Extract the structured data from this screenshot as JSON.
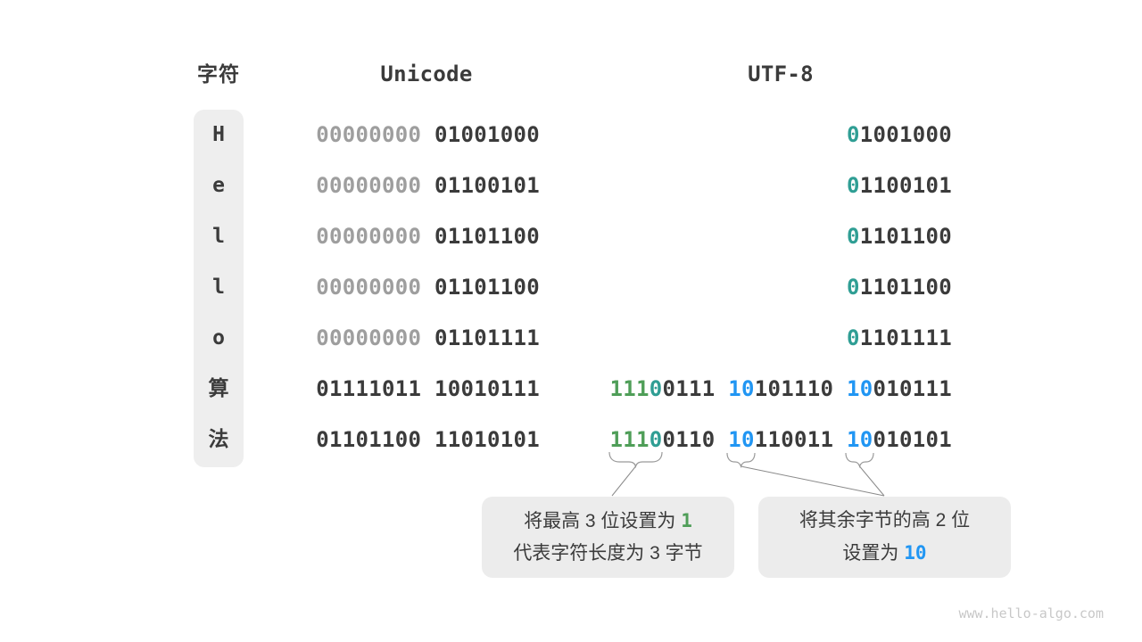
{
  "header": {
    "char_label": "字符",
    "unicode_label": "Unicode",
    "utf8_label": "UTF-8"
  },
  "colors": {
    "dark": "#3b3b3b",
    "gray": "#9e9e9e",
    "teal": "#2f9e94",
    "green": "#4f9e58",
    "blue": "#2196f3"
  },
  "rows": [
    {
      "char": "H",
      "unicode": [
        {
          "t": "00000000",
          "c": "gray"
        },
        {
          "t": " ",
          "c": "gray"
        },
        {
          "t": "01001000",
          "c": "dark"
        }
      ],
      "utf8": [
        {
          "t": "0",
          "c": "teal"
        },
        {
          "t": "1001000",
          "c": "dark"
        }
      ]
    },
    {
      "char": "e",
      "unicode": [
        {
          "t": "00000000",
          "c": "gray"
        },
        {
          "t": " ",
          "c": "gray"
        },
        {
          "t": "01100101",
          "c": "dark"
        }
      ],
      "utf8": [
        {
          "t": "0",
          "c": "teal"
        },
        {
          "t": "1100101",
          "c": "dark"
        }
      ]
    },
    {
      "char": "l",
      "unicode": [
        {
          "t": "00000000",
          "c": "gray"
        },
        {
          "t": " ",
          "c": "gray"
        },
        {
          "t": "01101100",
          "c": "dark"
        }
      ],
      "utf8": [
        {
          "t": "0",
          "c": "teal"
        },
        {
          "t": "1101100",
          "c": "dark"
        }
      ]
    },
    {
      "char": "l",
      "unicode": [
        {
          "t": "00000000",
          "c": "gray"
        },
        {
          "t": " ",
          "c": "gray"
        },
        {
          "t": "01101100",
          "c": "dark"
        }
      ],
      "utf8": [
        {
          "t": "0",
          "c": "teal"
        },
        {
          "t": "1101100",
          "c": "dark"
        }
      ]
    },
    {
      "char": "o",
      "unicode": [
        {
          "t": "00000000",
          "c": "gray"
        },
        {
          "t": " ",
          "c": "gray"
        },
        {
          "t": "01101111",
          "c": "dark"
        }
      ],
      "utf8": [
        {
          "t": "0",
          "c": "teal"
        },
        {
          "t": "1101111",
          "c": "dark"
        }
      ]
    },
    {
      "char": "算",
      "unicode": [
        {
          "t": "01111011",
          "c": "dark"
        },
        {
          "t": " ",
          "c": "dark"
        },
        {
          "t": "10010111",
          "c": "dark"
        }
      ],
      "utf8": [
        {
          "t": "111",
          "c": "green"
        },
        {
          "t": "0",
          "c": "teal"
        },
        {
          "t": "0111",
          "c": "dark"
        },
        {
          "t": " ",
          "c": "dark"
        },
        {
          "t": "10",
          "c": "blue"
        },
        {
          "t": "101110",
          "c": "dark"
        },
        {
          "t": " ",
          "c": "dark"
        },
        {
          "t": "10",
          "c": "blue"
        },
        {
          "t": "010111",
          "c": "dark"
        }
      ]
    },
    {
      "char": "法",
      "unicode": [
        {
          "t": "01101100",
          "c": "dark"
        },
        {
          "t": " ",
          "c": "dark"
        },
        {
          "t": "11010101",
          "c": "dark"
        }
      ],
      "utf8": [
        {
          "t": "111",
          "c": "green"
        },
        {
          "t": "0",
          "c": "teal"
        },
        {
          "t": "0110",
          "c": "dark"
        },
        {
          "t": " ",
          "c": "dark"
        },
        {
          "t": "10",
          "c": "blue"
        },
        {
          "t": "110011",
          "c": "dark"
        },
        {
          "t": " ",
          "c": "dark"
        },
        {
          "t": "10",
          "c": "blue"
        },
        {
          "t": "010101",
          "c": "dark"
        }
      ]
    }
  ],
  "callouts": {
    "left": {
      "lines": [
        [
          {
            "t": "将最高 3 位设置为 ",
            "c": "dark"
          },
          {
            "t": "1",
            "c": "green",
            "mono": true
          }
        ],
        [
          {
            "t": "代表字符长度为 3 字节",
            "c": "dark"
          }
        ]
      ]
    },
    "right": {
      "lines": [
        [
          {
            "t": "将其余字节的高 2 位",
            "c": "dark"
          }
        ],
        [
          {
            "t": "设置为 ",
            "c": "dark"
          },
          {
            "t": "10",
            "c": "blue",
            "mono": true
          }
        ]
      ]
    }
  },
  "watermark": "www.hello-algo.com"
}
